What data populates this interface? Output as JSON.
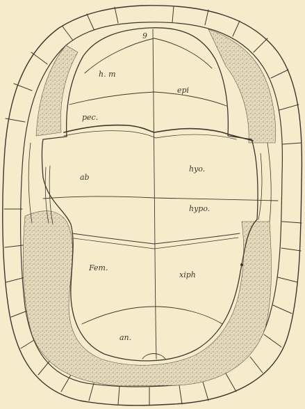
{
  "labels": {
    "hm": "h. m",
    "epi": "epi",
    "pec": "pec.",
    "ab": "ab",
    "hyo": "hyo.",
    "hypo": "hypo.",
    "fem": "Fem.",
    "xiph": "xiph",
    "an": "an.",
    "nuchal_mark": "9"
  },
  "colors": {
    "paper": "#f6eccb",
    "ink": "#3b362e",
    "stipple": "#c9bfa6"
  }
}
